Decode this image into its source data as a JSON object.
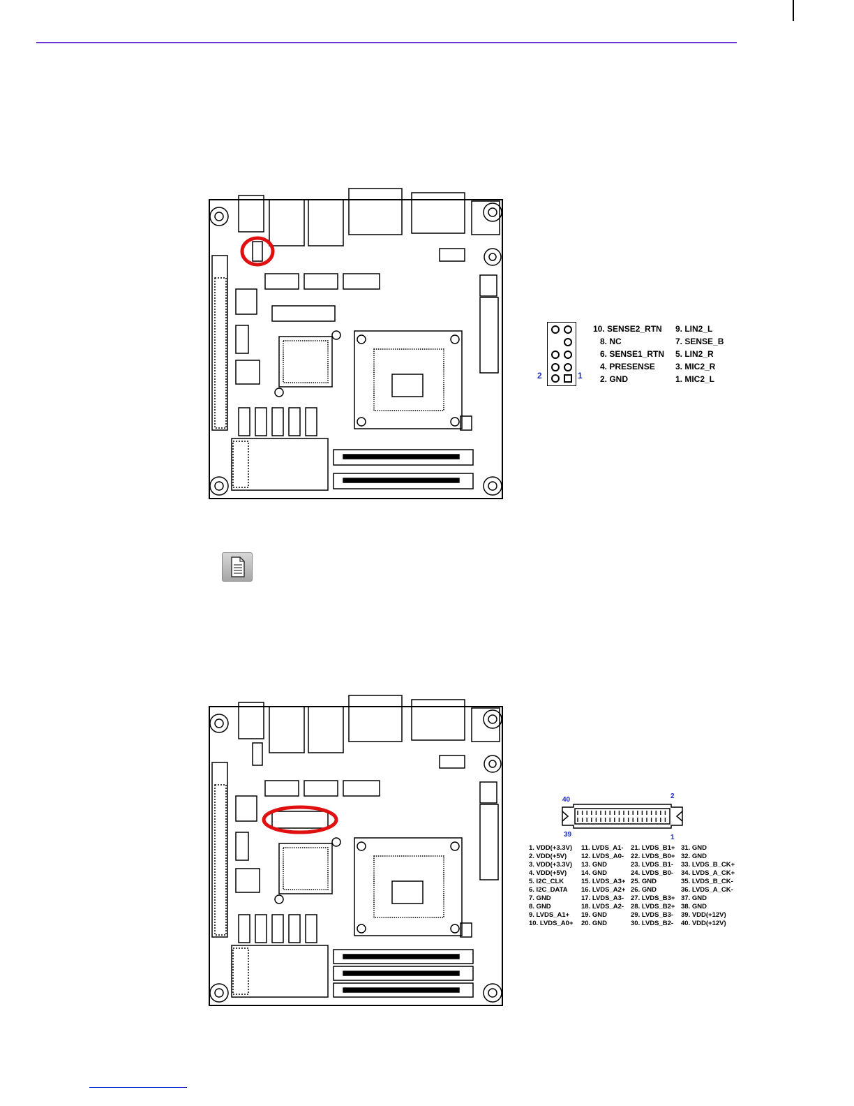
{
  "audio_header": {
    "pin_number_left": "2",
    "pin_number_right": "1",
    "pins_even": [
      "10. SENSE2_RTN",
      "8. NC",
      "6. SENSE1_RTN",
      "4. PRESENSE",
      "2. GND"
    ],
    "pins_odd": [
      "9. LIN2_L",
      "7. SENSE_B",
      "5. LIN2_R",
      "3. MIC2_R",
      "1. MIC2_L"
    ]
  },
  "lvds_connector": {
    "pin_number_top_left": "40",
    "pin_number_top_right": "2",
    "pin_number_bottom_left": "39",
    "pin_number_bottom_right": "1",
    "columns": [
      [
        "1. VDD(+3.3V)",
        "2. VDD(+5V)",
        "3. VDD(+3.3V)",
        "4. VDD(+5V)",
        "5. I2C_CLK",
        "6. I2C_DATA",
        "7. GND",
        "8. GND",
        "9. LVDS_A1+",
        "10. LVDS_A0+"
      ],
      [
        "11. LVDS_A1-",
        "12. LVDS_A0-",
        "13. GND",
        "14. GND",
        "15. LVDS_A3+",
        "16. LVDS_A2+",
        "17. LVDS_A3-",
        "18. LVDS_A2-",
        "19. GND",
        "20. GND"
      ],
      [
        "21. LVDS_B1+",
        "22. LVDS_B0+",
        "23. LVDS_B1-",
        "24. LVDS_B0-",
        "25. GND",
        "26. GND",
        "27. LVDS_B3+",
        "28. LVDS_B2+",
        "29. LVDS_B3-",
        "30. LVDS_B2-"
      ],
      [
        "31. GND",
        "32. GND",
        "33. LVDS_B_CK+",
        "34. LVDS_A_CK+",
        "35. LVDS_B_CK-",
        "36. LVDS_A_CK-",
        "37. GND",
        "38. GND",
        "39. VDD(+12V)",
        "40. VDD(+12V)"
      ]
    ]
  },
  "colors": {
    "header_rule": "#6a32d6",
    "highlight": "#e01010",
    "pin_number": "#1c2fc8"
  },
  "icons": [
    "note-icon"
  ]
}
